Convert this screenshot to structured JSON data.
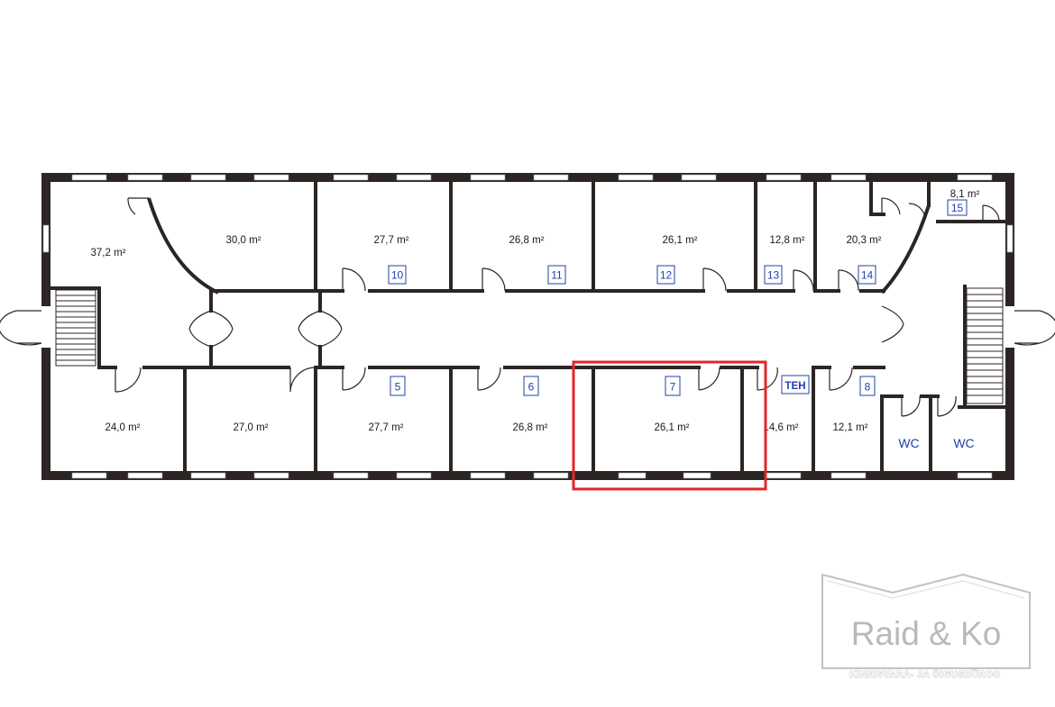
{
  "rooms": {
    "r_37_2": {
      "area": "37,2 m²"
    },
    "r_30_0": {
      "area": "30,0 m²"
    },
    "r10": {
      "area": "27,7 m²",
      "number": "10"
    },
    "r11": {
      "area": "26,8 m²",
      "number": "11"
    },
    "r12": {
      "area": "26,1 m²",
      "number": "12"
    },
    "r13": {
      "area": "12,8 m²",
      "number": "13"
    },
    "r14": {
      "area": "20,3 m²",
      "number": "14"
    },
    "r15": {
      "area": "8,1 m²",
      "number": "15"
    },
    "r_24_0": {
      "area": "24,0 m²"
    },
    "r_27_0": {
      "area": "27,0 m²"
    },
    "r5": {
      "area": "27,7 m²",
      "number": "5"
    },
    "r6": {
      "area": "26,8 m²",
      "number": "6"
    },
    "r7": {
      "area": "26,1 m²",
      "number": "7"
    },
    "teh": {
      "area": "14,6 m²",
      "number": "TEH"
    },
    "r8": {
      "area": "12,1 m²",
      "number": "8"
    },
    "wc1": {
      "label": "WC"
    },
    "wc2": {
      "label": "WC"
    }
  },
  "highlight": {
    "room": "7",
    "color": "#e0262b"
  },
  "colors": {
    "wall": "#2b2623",
    "room_number": "#2340a8",
    "logo": "#b9b9b9"
  },
  "logo": {
    "name": "Raid & Ko",
    "tagline": "KINNISVARA- JA ÕIGUSBÜROO"
  }
}
